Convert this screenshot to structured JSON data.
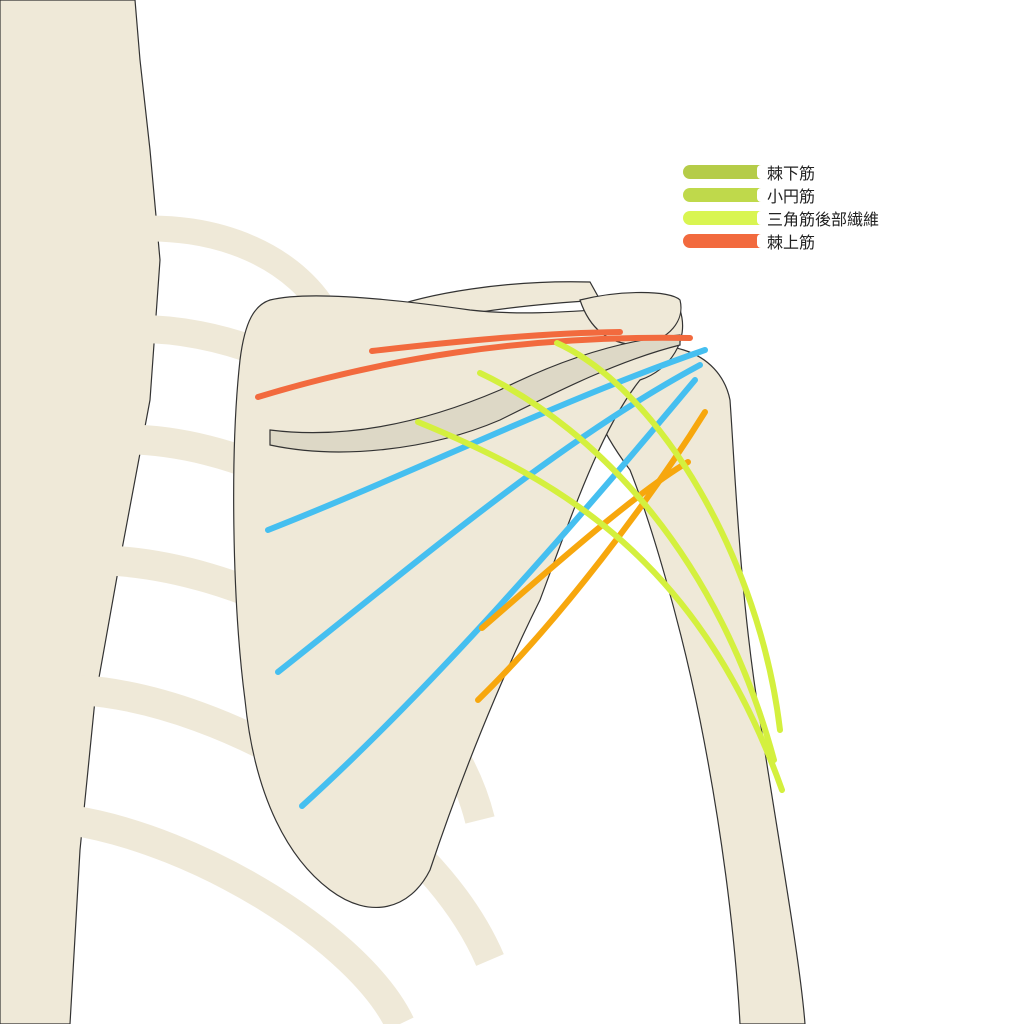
{
  "legend": [
    {
      "label": "棘下筋",
      "color": "#b5cc48"
    },
    {
      "label": "小円筋",
      "color": "#bfd94b"
    },
    {
      "label": "三角筋後部繊維",
      "color": "#d9f551"
    },
    {
      "label": "棘上筋",
      "color": "#f26a3e"
    }
  ],
  "colors": {
    "bone": "#efe9d8",
    "bone_shadow": "#ddd8c6",
    "infraspinatus_line": "#45bff0",
    "teres_minor_line": "#f7a70d",
    "deltoid_line": "#d4f03e",
    "supraspinatus_line": "#f26a3e"
  }
}
